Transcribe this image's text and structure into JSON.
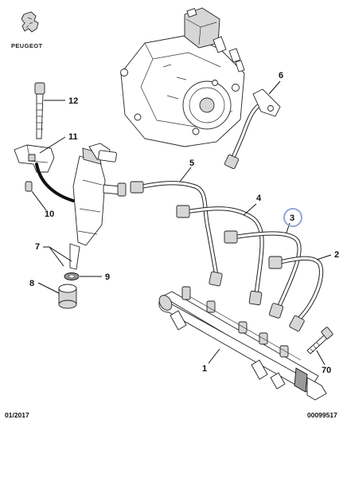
{
  "brand": {
    "name": "PEUGEOT",
    "logo_icon": "peugeot-lion-icon"
  },
  "callouts": [
    {
      "id": "1",
      "label": "1"
    },
    {
      "id": "2",
      "label": "2"
    },
    {
      "id": "3",
      "label": "3",
      "highlighted": true,
      "highlight_color": "#8fa7d6"
    },
    {
      "id": "4",
      "label": "4"
    },
    {
      "id": "5",
      "label": "5"
    },
    {
      "id": "6",
      "label": "6"
    },
    {
      "id": "7",
      "label": "7"
    },
    {
      "id": "8",
      "label": "8"
    },
    {
      "id": "9",
      "label": "9"
    },
    {
      "id": "10",
      "label": "10"
    },
    {
      "id": "11",
      "label": "11"
    },
    {
      "id": "12",
      "label": "12"
    },
    {
      "id": "70",
      "label": "70"
    }
  ],
  "footer": {
    "date": "01/2017",
    "reference": "00099517"
  }
}
